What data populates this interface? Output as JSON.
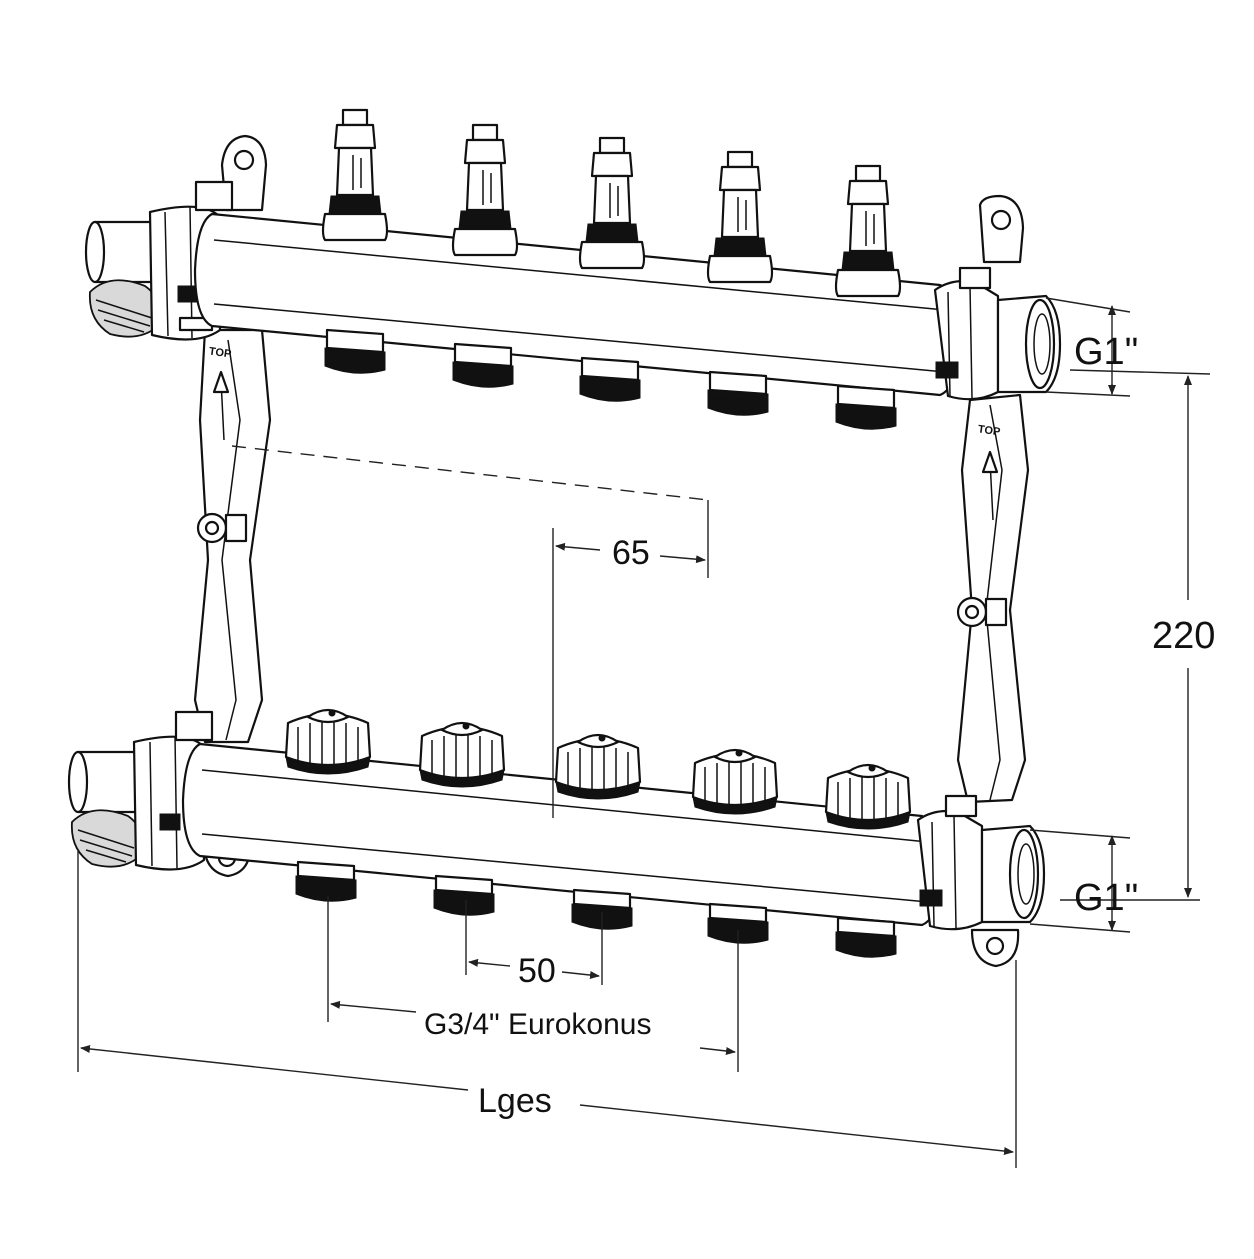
{
  "labels": {
    "thread_top": "G1\"",
    "thread_bottom": "G1\"",
    "height": "220",
    "spacing_top": "65",
    "spacing_bottom": "50",
    "outlet_connection": "G3/4\" Eurokonus",
    "total_length": "Lges",
    "top_mark_left": "TOP",
    "top_mark_right": "TOP"
  },
  "components": {
    "flow_meter_count": 5,
    "valve_cap_count": 5,
    "outlet_count_per_bar": 5
  }
}
